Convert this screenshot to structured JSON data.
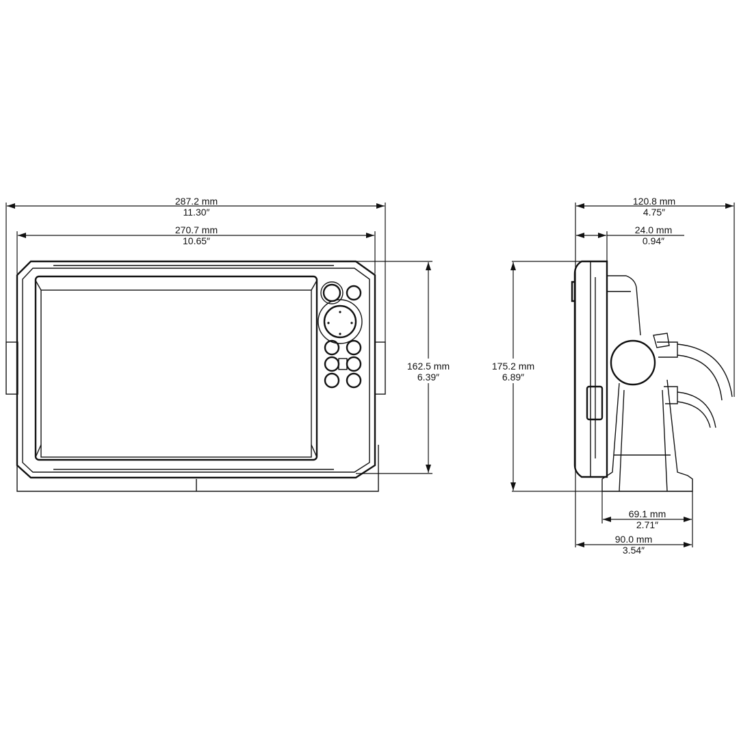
{
  "title": "Fishfinder dimension drawing",
  "colors": {
    "line": "#111111",
    "background": "#ffffff"
  },
  "front_view": {
    "overall_width": {
      "mm": "287.2 mm",
      "in": "11.30″"
    },
    "unit_width": {
      "mm": "270.7 mm",
      "in": "10.65″"
    },
    "unit_height": {
      "mm": "162.5 mm",
      "in": "6.39″"
    }
  },
  "side_view": {
    "overall_depth": {
      "mm": "120.8 mm",
      "in": "4.75″"
    },
    "unit_depth": {
      "mm": "24.0 mm",
      "in": "0.94″"
    },
    "overall_height": {
      "mm": "175.2 mm",
      "in": "6.89″"
    },
    "bracket_base": {
      "mm": "69.1 mm",
      "in": "2.71″"
    },
    "base_to_front": {
      "mm": "90.0 mm",
      "in": "3.54″"
    }
  }
}
